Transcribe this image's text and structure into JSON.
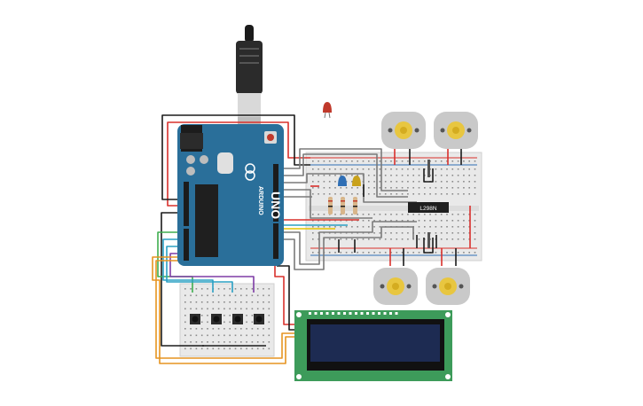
{
  "arduino": {
    "brand": "ARDUINO",
    "model": "UNO",
    "colors": {
      "board": "#2a6f9a",
      "power_wire": "#d9302c",
      "ground_wire": "#1b1b1b"
    }
  },
  "driver_ic": {
    "label": "L298N"
  },
  "lcd": {
    "backlight": "#1d2b52",
    "pcb": "#3d9b5a"
  },
  "motors": {
    "count": 4,
    "hub_color": "#e8c640"
  },
  "buttons": {
    "count": 4
  },
  "leds": [
    {
      "name": "red-led",
      "color": "#c0392b"
    },
    {
      "name": "blue-led",
      "color": "#2f6fb5"
    },
    {
      "name": "yellow-led",
      "color": "#c9a21c"
    }
  ],
  "wire_colors": [
    "#d9302c",
    "#1b1b1b",
    "#7a7a7a",
    "#e69420",
    "#2aa0c4",
    "#3fae4f",
    "#7e3ca6",
    "#e6c400"
  ]
}
